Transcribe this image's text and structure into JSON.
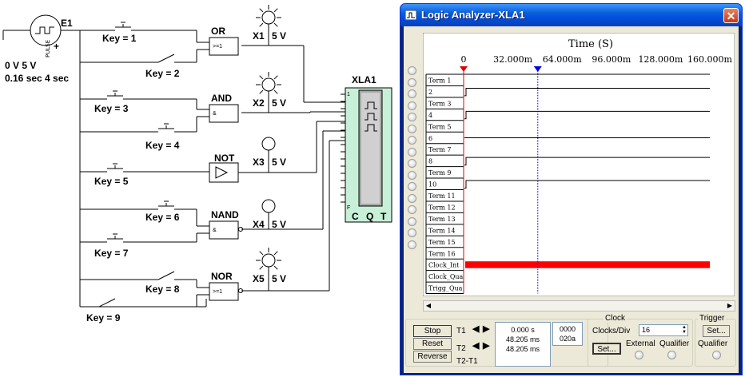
{
  "schematic": {
    "source": {
      "name": "E1",
      "line1": "0 V 5 V",
      "line2": "0.16 sec 4 sec",
      "symbol_text": "PULSE",
      "plus": "+"
    },
    "keys": [
      "Key = 1",
      "Key = 2",
      "Key = 3",
      "Key = 4",
      "Key = 5",
      "Key = 6",
      "Key = 7",
      "Key = 8",
      "Key = 9"
    ],
    "gates": [
      {
        "name": "OR",
        "symbol": ">=1"
      },
      {
        "name": "AND",
        "symbol": "&"
      },
      {
        "name": "NOT",
        "symbol": ""
      },
      {
        "name": "NAND",
        "symbol": "&"
      },
      {
        "name": "NOR",
        "symbol": ">=1"
      }
    ],
    "probes": [
      {
        "name": "X1",
        "volt": "5 V",
        "lit": true
      },
      {
        "name": "X2",
        "volt": "5 V",
        "lit": true
      },
      {
        "name": "X3",
        "volt": "5 V",
        "lit": false
      },
      {
        "name": "X4",
        "volt": "5 V",
        "lit": false
      },
      {
        "name": "X5",
        "volt": "5 V",
        "lit": true
      }
    ],
    "analyzer": {
      "name": "XLA1",
      "pins": [
        "C",
        "Q",
        "T"
      ],
      "pin_top": "1",
      "pin_bottom": "F"
    }
  },
  "window": {
    "title": "Logic Analyzer-XLA1",
    "close_glyph": "✕",
    "time_axis_title": "Time (S)",
    "time_ticks": [
      "0",
      "32.000m",
      "64.000m",
      "96.000m",
      "128.000m",
      "160.000m"
    ],
    "cursor1_time_ms": 0,
    "cursor2_time_ms": 48.205,
    "channels": [
      {
        "label": "Term 1",
        "trace": "none"
      },
      {
        "label": "2",
        "trace": "high"
      },
      {
        "label": "Term 3",
        "trace": "none"
      },
      {
        "label": "4",
        "trace": "high"
      },
      {
        "label": "Term 5",
        "trace": "none"
      },
      {
        "label": "6",
        "trace": "low"
      },
      {
        "label": "Term 7",
        "trace": "none"
      },
      {
        "label": "8",
        "trace": "high"
      },
      {
        "label": "Term 9",
        "trace": "none"
      },
      {
        "label": "10",
        "trace": "high"
      },
      {
        "label": "Term 11",
        "trace": "none"
      },
      {
        "label": "Term 12",
        "trace": "none"
      },
      {
        "label": "Term 13",
        "trace": "none"
      },
      {
        "label": "Term 14",
        "trace": "none"
      },
      {
        "label": "Term 15",
        "trace": "none"
      },
      {
        "label": "Term 16",
        "trace": "none"
      },
      {
        "label": "Clock_Int",
        "trace": "clock"
      },
      {
        "label": "Clock_Qua",
        "trace": "none"
      },
      {
        "label": "Trigg_Qua",
        "trace": "none"
      }
    ],
    "colors": {
      "clock_fill": "#ff0000",
      "cursor1": "#e00000",
      "cursor2": "#0000e0",
      "trace": "#000000"
    }
  },
  "controls": {
    "stop_label": "Stop",
    "reset_label": "Reset",
    "reverse_label": "Reverse",
    "t1_label": "T1",
    "t2_label": "T2",
    "t2t1_label": "T2-T1",
    "t1_value": "0.000 s",
    "t2_value": "48.205 ms",
    "t2t1_value": "48.205 ms",
    "t1_hex": "0000",
    "t2_hex": "020a",
    "left_arrow": "◀",
    "right_arrow": "▶",
    "clock_group": "Clock",
    "clocks_per_div_label": "Clocks/Div",
    "clocks_per_div_value": "16",
    "set_label": "Set...",
    "external_label": "External",
    "qualifier_label": "Qualifier",
    "trigger_group": "Trigger",
    "trigger_set_label": "Set...",
    "trigger_qualifier_label": "Qualifier"
  }
}
